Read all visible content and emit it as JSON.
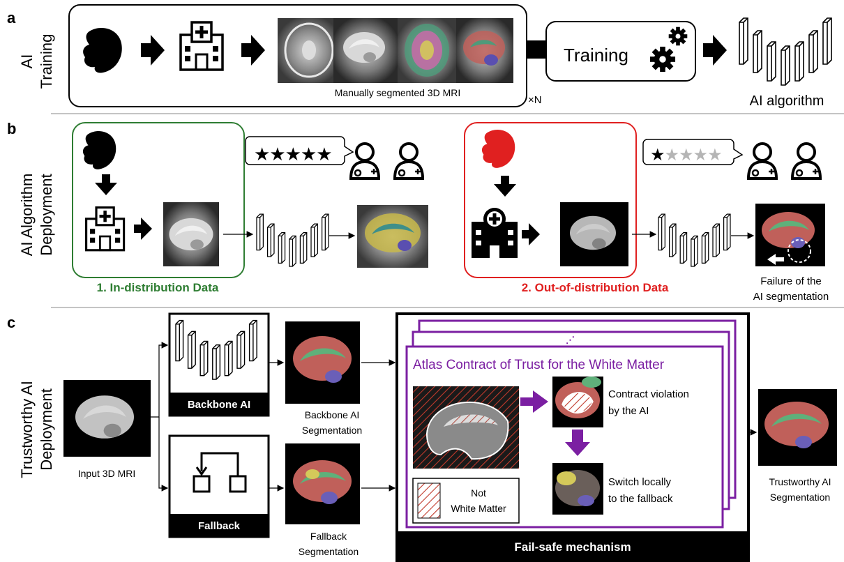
{
  "panel_a": {
    "letter": "a",
    "side_title_line1": "AI",
    "side_title_line2": "Training",
    "mri_caption": "Manually segmented 3D MRI",
    "times_n": "×N",
    "training_label": "Training",
    "algorithm_caption": "AI algorithm"
  },
  "panel_b": {
    "letter": "b",
    "side_title_line1": "AI Algorithm",
    "side_title_line2": "Deployment",
    "in_dist_label": "1. In-distribution Data",
    "in_dist_rating": "★★★★★",
    "ood_label": "2. Out-of-distribution Data",
    "ood_rating_filled": "★",
    "ood_rating_empty": "★★★★",
    "failure_caption_line1": "Failure of the",
    "failure_caption_line2": "AI segmentation"
  },
  "panel_c": {
    "letter": "c",
    "side_title_line1": "Trustworthy AI",
    "side_title_line2": "Deployment",
    "input_caption": "Input 3D MRI",
    "backbone_label": "Backbone AI",
    "fallback_label": "Fallback",
    "backbone_seg_line1": "Backbone AI",
    "backbone_seg_line2": "Segmentation",
    "fallback_seg_line1": "Fallback",
    "fallback_seg_line2": "Segmentation",
    "atlas_title": "Atlas Contract of Trust for the White Matter",
    "legend_line1": "Not",
    "legend_line2": "White Matter",
    "violation_line1": "Contract violation",
    "violation_line2": "by the AI",
    "switch_line1": "Switch locally",
    "switch_line2": "to the fallback",
    "failsafe_label": "Fail-safe mechanism",
    "output_line1": "Trustworthy AI",
    "output_line2": "Segmentation"
  },
  "colors": {
    "in_distribution": "#2e7d32",
    "out_of_distribution": "#e02020",
    "atlas_purple": "#7b1fa2",
    "hatch_red": "#c0392b"
  }
}
